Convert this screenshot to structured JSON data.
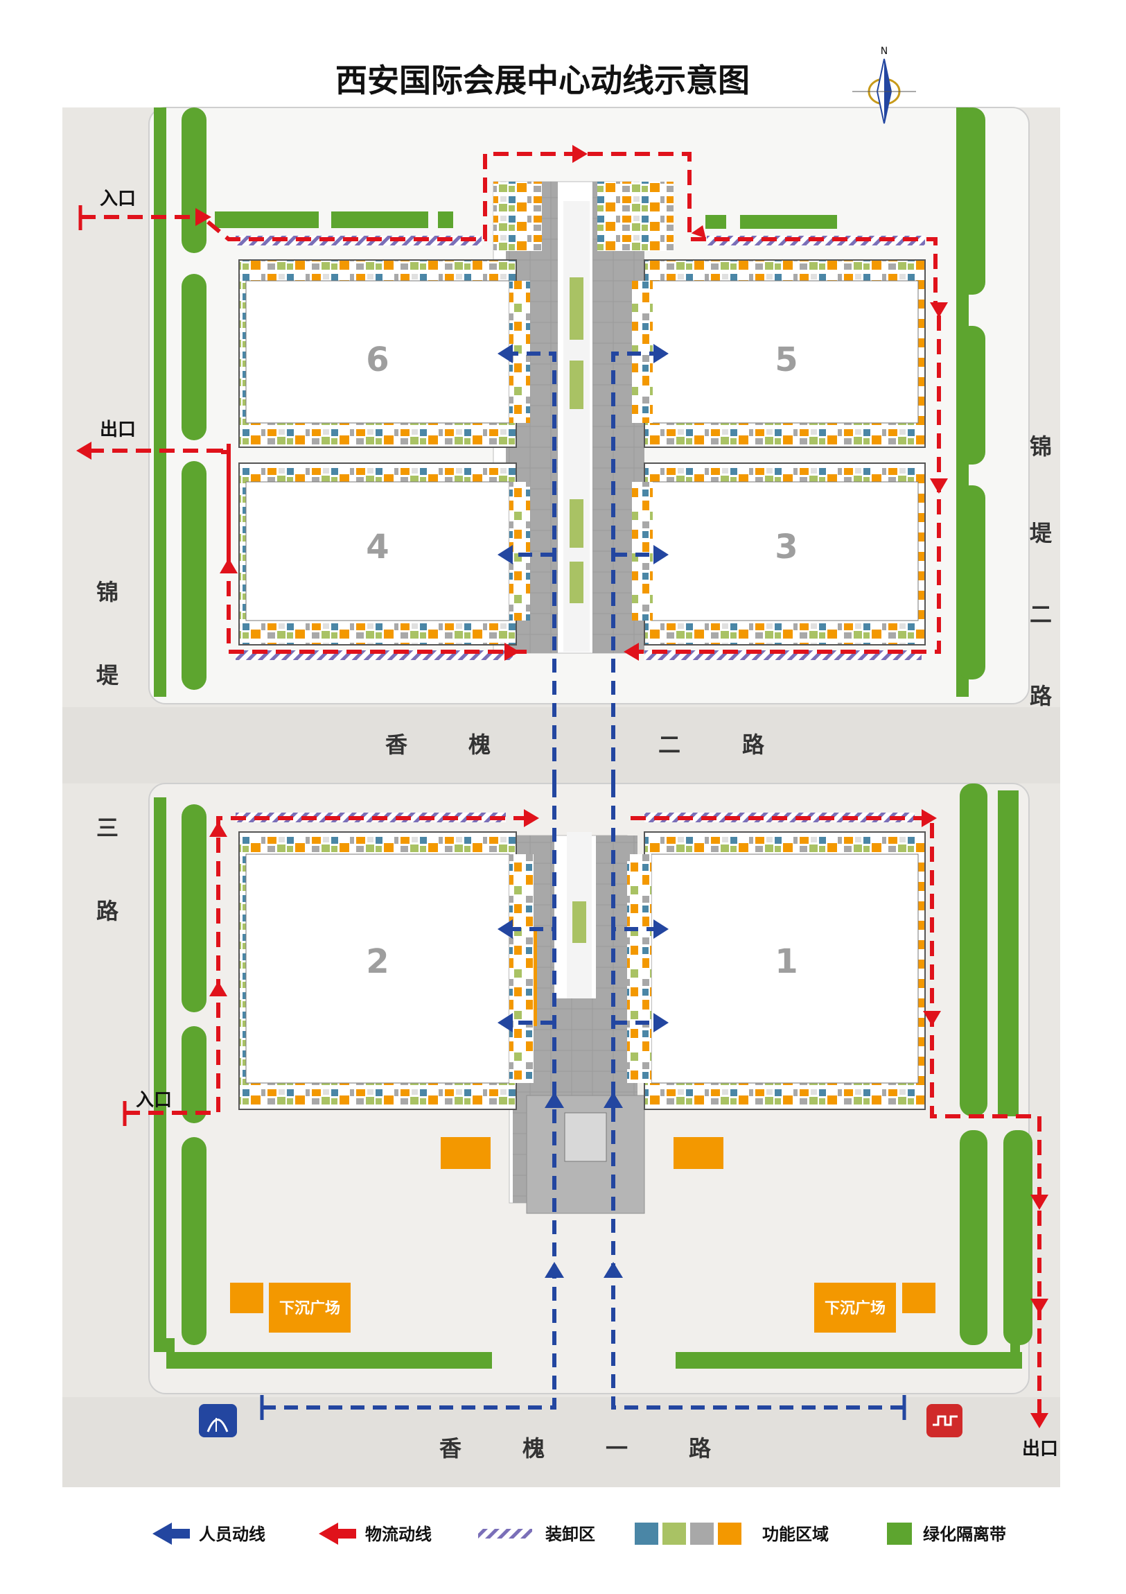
{
  "title": "西安国际会展中心动线示意图",
  "compass": {
    "north_label": "N"
  },
  "halls": [
    {
      "id": "1",
      "label": "1"
    },
    {
      "id": "2",
      "label": "2"
    },
    {
      "id": "3",
      "label": "3"
    },
    {
      "id": "4",
      "label": "4"
    },
    {
      "id": "5",
      "label": "5"
    },
    {
      "id": "6",
      "label": "6"
    }
  ],
  "roads": {
    "east": [
      "锦",
      "堤",
      "二",
      "路"
    ],
    "west": [
      "锦",
      "堤",
      "三",
      "路"
    ],
    "middle": [
      "香",
      "槐",
      "二",
      "路"
    ],
    "south": [
      "香",
      "槐",
      "一",
      "路"
    ]
  },
  "gates": {
    "entry_north": "入口",
    "exit_north": "出口",
    "entry_south": "入口",
    "exit_south": "出口"
  },
  "plazas": {
    "west": "下沉广场",
    "east": "下沉广场"
  },
  "colors": {
    "person_flow": "#2346a0",
    "logistics_flow": "#e0121b",
    "loading": "#7a6fb8",
    "func_blue": "#4a86a6",
    "func_lime": "#a9c264",
    "func_gray": "#a8a8a8",
    "func_orange": "#f39800",
    "green_belt": "#5da52f",
    "ground": "#e9e7e3"
  },
  "legend": {
    "person_flow": "人员动线",
    "logistics_flow": "物流动线",
    "loading_area": "装卸区",
    "functional_area": "功能区域",
    "green_belt": "绿化隔离带"
  }
}
